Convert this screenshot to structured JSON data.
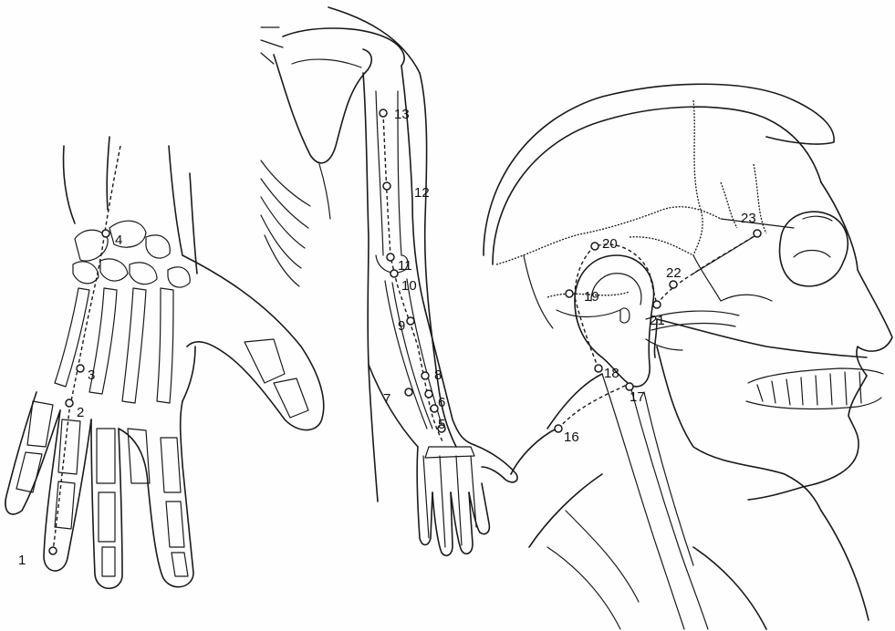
{
  "figure": {
    "panels": [
      "hand",
      "arm",
      "head"
    ],
    "ink_color": "#1a1a1a",
    "paper_color": "#fefefe"
  },
  "labels": {
    "p1": "1",
    "p2": "2",
    "p3": "3",
    "p4": "4",
    "p5": "5",
    "p6": "6",
    "p7": "7",
    "p8": "8",
    "p9_arm": "9",
    "p10": "10",
    "p11": "11",
    "p12": "12",
    "p13": "13",
    "p16": "16",
    "p17": "17",
    "p18": "18",
    "p19": "19",
    "p20": "20",
    "p21": "21",
    "p22": "22",
    "p23": "23"
  }
}
